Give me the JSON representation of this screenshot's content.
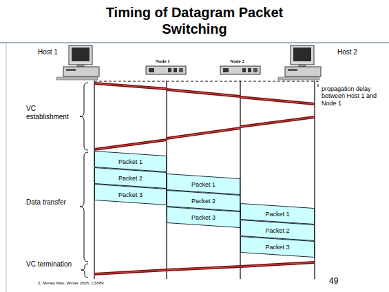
{
  "diagram": {
    "title": "Timing of Datagram Packet Switching",
    "nodes": [
      {
        "text": [
          "Packet 1"
        ]
      },
      {
        "text": [
          "Packet 2"
        ]
      },
      {
        "text": [
          "Packet 3"
        ]
      },
      {
        "text": [
          "Packet 1"
        ]
      },
      {
        "text": [
          "Packet 2"
        ]
      },
      {
        "text": [
          "Packet 3"
        ]
      },
      {
        "text": [
          "Packet 1"
        ]
      },
      {
        "text": [
          "Packet 2"
        ]
      },
      {
        "text": [
          "Packet 3"
        ]
      }
    ],
    "labels": [
      "Host 1",
      "Node 1",
      "Node 2",
      "Host 2",
      "propagation delay between Host 1 and Node 1",
      "VC establishment",
      "Data transfer",
      "VC termination",
      "Z. Morley Mao, Winter 2005, CS589",
      "49"
    ]
  }
}
